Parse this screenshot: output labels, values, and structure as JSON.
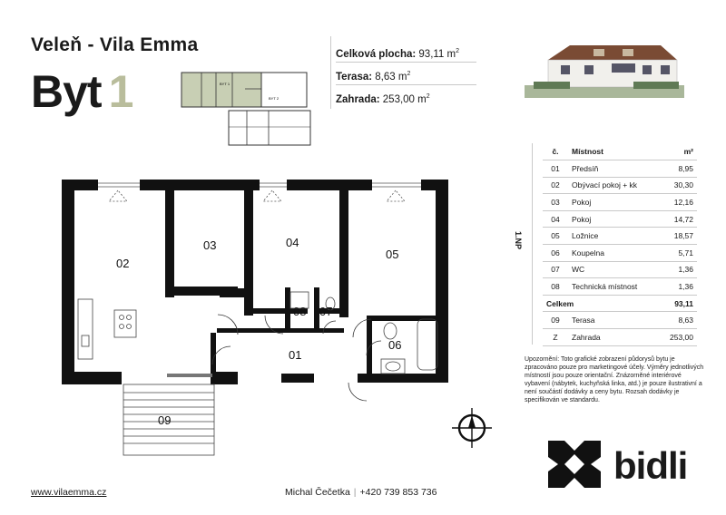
{
  "header": {
    "project": "Veleň - Vila Emma",
    "unit_prefix": "Byt",
    "unit_number": "1"
  },
  "stats": [
    {
      "label": "Celková plocha:",
      "value": "93,11 m",
      "unit_sup": "2"
    },
    {
      "label": "Terasa:",
      "value": "8,63 m",
      "unit_sup": "2"
    },
    {
      "label": "Zahrada:",
      "value": "253,00 m",
      "unit_sup": "2"
    }
  ],
  "floor_label": "1.NP",
  "room_table": {
    "headers": {
      "no": "č.",
      "room": "Místnost",
      "area": "m²"
    },
    "rows": [
      {
        "no": "01",
        "room": "Předsíň",
        "area": "8,95"
      },
      {
        "no": "02",
        "room": "Obývací pokoj + kk",
        "area": "30,30"
      },
      {
        "no": "03",
        "room": "Pokoj",
        "area": "12,16"
      },
      {
        "no": "04",
        "room": "Pokoj",
        "area": "14,72"
      },
      {
        "no": "05",
        "room": "Ložnice",
        "area": "18,57"
      },
      {
        "no": "06",
        "room": "Koupelna",
        "area": "5,71"
      },
      {
        "no": "07",
        "room": "WC",
        "area": "1,36"
      },
      {
        "no": "08",
        "room": "Technická místnost",
        "area": "1,36"
      }
    ],
    "total": {
      "label": "Celkem",
      "area": "93,11"
    },
    "extra": [
      {
        "no": "09",
        "room": "Terasa",
        "area": "8,63"
      },
      {
        "no": "Z",
        "room": "Zahrada",
        "area": "253,00"
      }
    ]
  },
  "notice": "Upozornění: Toto grafické zobrazení půdorysů bytu je zpracováno pouze pro marketingové účely. Výměry jednotlivých místností jsou pouze orientační. Znázorněné interiérové vybavení (nábytek, kuchyňská linka, atd.) je pouze ilustrativní a není součástí dodávky a ceny bytu. Rozsah dodávky je specifikován ve standardu.",
  "plan_rooms": [
    "01",
    "02",
    "03",
    "04",
    "05",
    "06",
    "07",
    "08",
    "09"
  ],
  "keyplan_labels": [
    "BYT 1",
    "BYT 2"
  ],
  "footer": {
    "web": "www.vilaemma.cz",
    "contact_name": "Michal Čečetka",
    "contact_phone": "+420 739 853 736"
  },
  "brand": "bidli",
  "colors": {
    "accent": "#b9bd9c",
    "keyplan_highlight": "#c8cfb4",
    "wall": "#111111"
  }
}
